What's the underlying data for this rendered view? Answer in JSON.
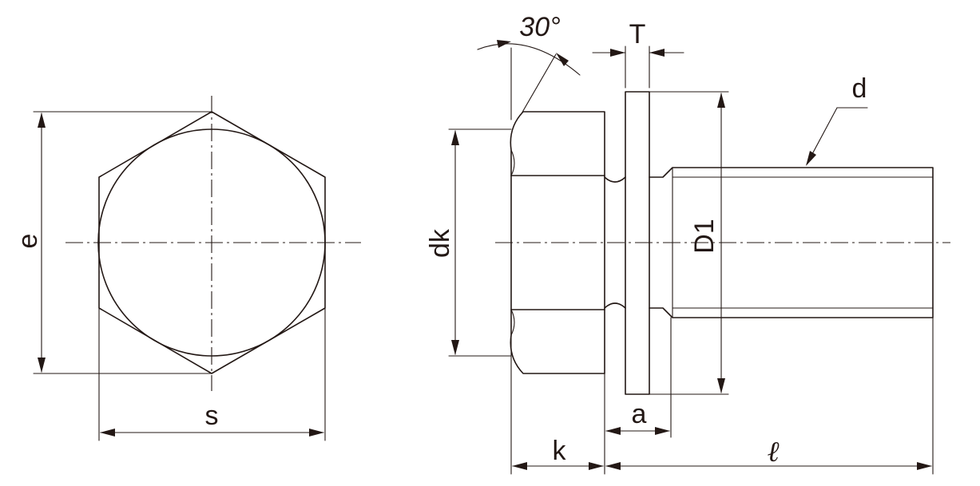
{
  "labels": {
    "e": "e",
    "s": "s",
    "dk": "dk",
    "angle": "30°",
    "T": "T",
    "d": "d",
    "D1": "D1",
    "a": "a",
    "k": "k",
    "l": "ℓ"
  },
  "colors": {
    "line": "#231815",
    "background": "#ffffff"
  }
}
